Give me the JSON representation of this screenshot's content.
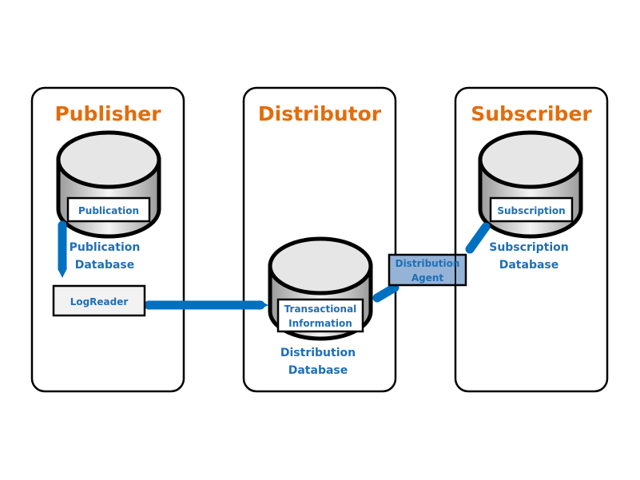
{
  "colors": {
    "title": "#E46C0A",
    "label": "#1F6FB5",
    "pipe": "#0070C0",
    "agent_fill": "#95B3D7"
  },
  "publisher": {
    "title": "Publisher",
    "db_label": "Publication",
    "db_caption_1": "Publication",
    "db_caption_2": "Database",
    "logreader": "LogReader"
  },
  "distributor": {
    "title": "Distributor",
    "db_label_1": "Transactional",
    "db_label_2": "Information",
    "db_caption_1": "Distribution",
    "db_caption_2": "Database"
  },
  "agent": {
    "line1": "Distribution",
    "line2": "Agent"
  },
  "subscriber": {
    "title": "Subscriber",
    "db_label": "Subscription",
    "db_caption_1": "Subscription",
    "db_caption_2": "Database"
  }
}
